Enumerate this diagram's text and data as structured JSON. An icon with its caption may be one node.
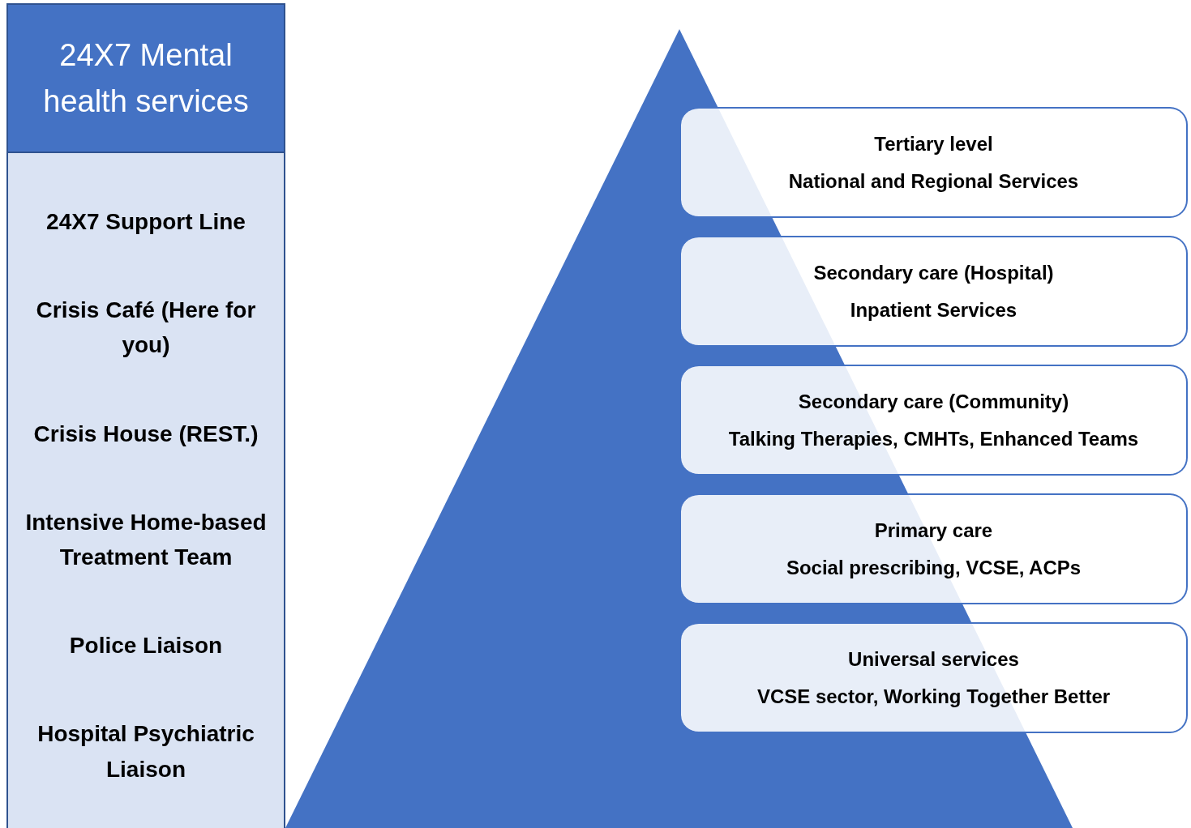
{
  "diagram": {
    "nodes": [
      {
        "text": [
          "24X7 Mental health services",
          "24X7 Support Line",
          "Crisis Café (Here for you)",
          "Crisis House (REST.)",
          "Intensive Home-based Treatment Team",
          "Police Liaison",
          "Hospital Psychiatric Liaison"
        ]
      },
      {
        "text": [
          "Tertiary level",
          "National and Regional Services"
        ]
      },
      {
        "text": [
          "Secondary care (Hospital)",
          "Inpatient Services"
        ]
      },
      {
        "text": [
          "Secondary care (Community)",
          "Talking Therapies, CMHTs, Enhanced Teams"
        ]
      },
      {
        "text": [
          "Primary care",
          "Social prescribing, VCSE, ACPs"
        ]
      },
      {
        "text": [
          "Universal services",
          "VCSE sector, Working Together Better"
        ]
      }
    ],
    "edges": []
  }
}
